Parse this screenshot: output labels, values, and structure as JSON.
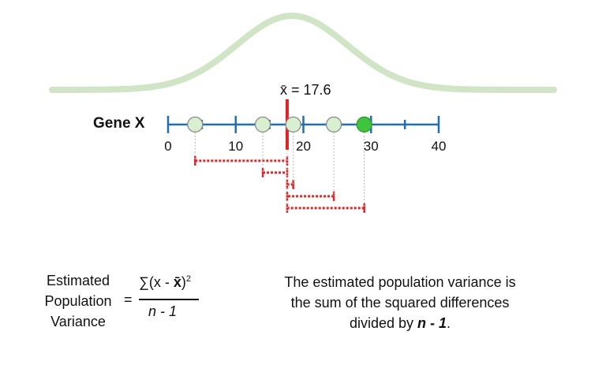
{
  "diagram": {
    "gene_label": "Gene X",
    "mean_label": "x̄ = 17.6",
    "mean_value": 17.6,
    "axis": {
      "min": 0,
      "max": 40,
      "ticks": [
        0,
        10,
        20,
        30,
        40
      ],
      "minor_ticks": [
        5,
        15,
        25,
        35
      ]
    },
    "points": [
      {
        "value": 4,
        "highlighted": false
      },
      {
        "value": 14,
        "highlighted": false
      },
      {
        "value": 18.5,
        "highlighted": false
      },
      {
        "value": 24.5,
        "highlighted": false
      },
      {
        "value": 29,
        "highlighted": true
      }
    ],
    "colors": {
      "axis": "#1f6fb2",
      "mean_line": "#e02222",
      "distance": "#d42a2a",
      "curve": "#cfe5c5",
      "point_fill": "#d8efd0",
      "point_highlight": "#3fc43f"
    }
  },
  "formula": {
    "left_line1": "Estimated",
    "left_line2": "Population",
    "left_line3": "Variance",
    "equals": "=",
    "numerator_sum": "∑(x - ",
    "numerator_xbar": "x̄",
    "numerator_close": ")",
    "numerator_power": "2",
    "denominator": "n - 1"
  },
  "explanation": {
    "line1": "The estimated population variance is",
    "line2": "the sum of the squared differences",
    "line3_prefix": "divided by ",
    "line3_emph": "n - 1",
    "line3_suffix": "."
  }
}
